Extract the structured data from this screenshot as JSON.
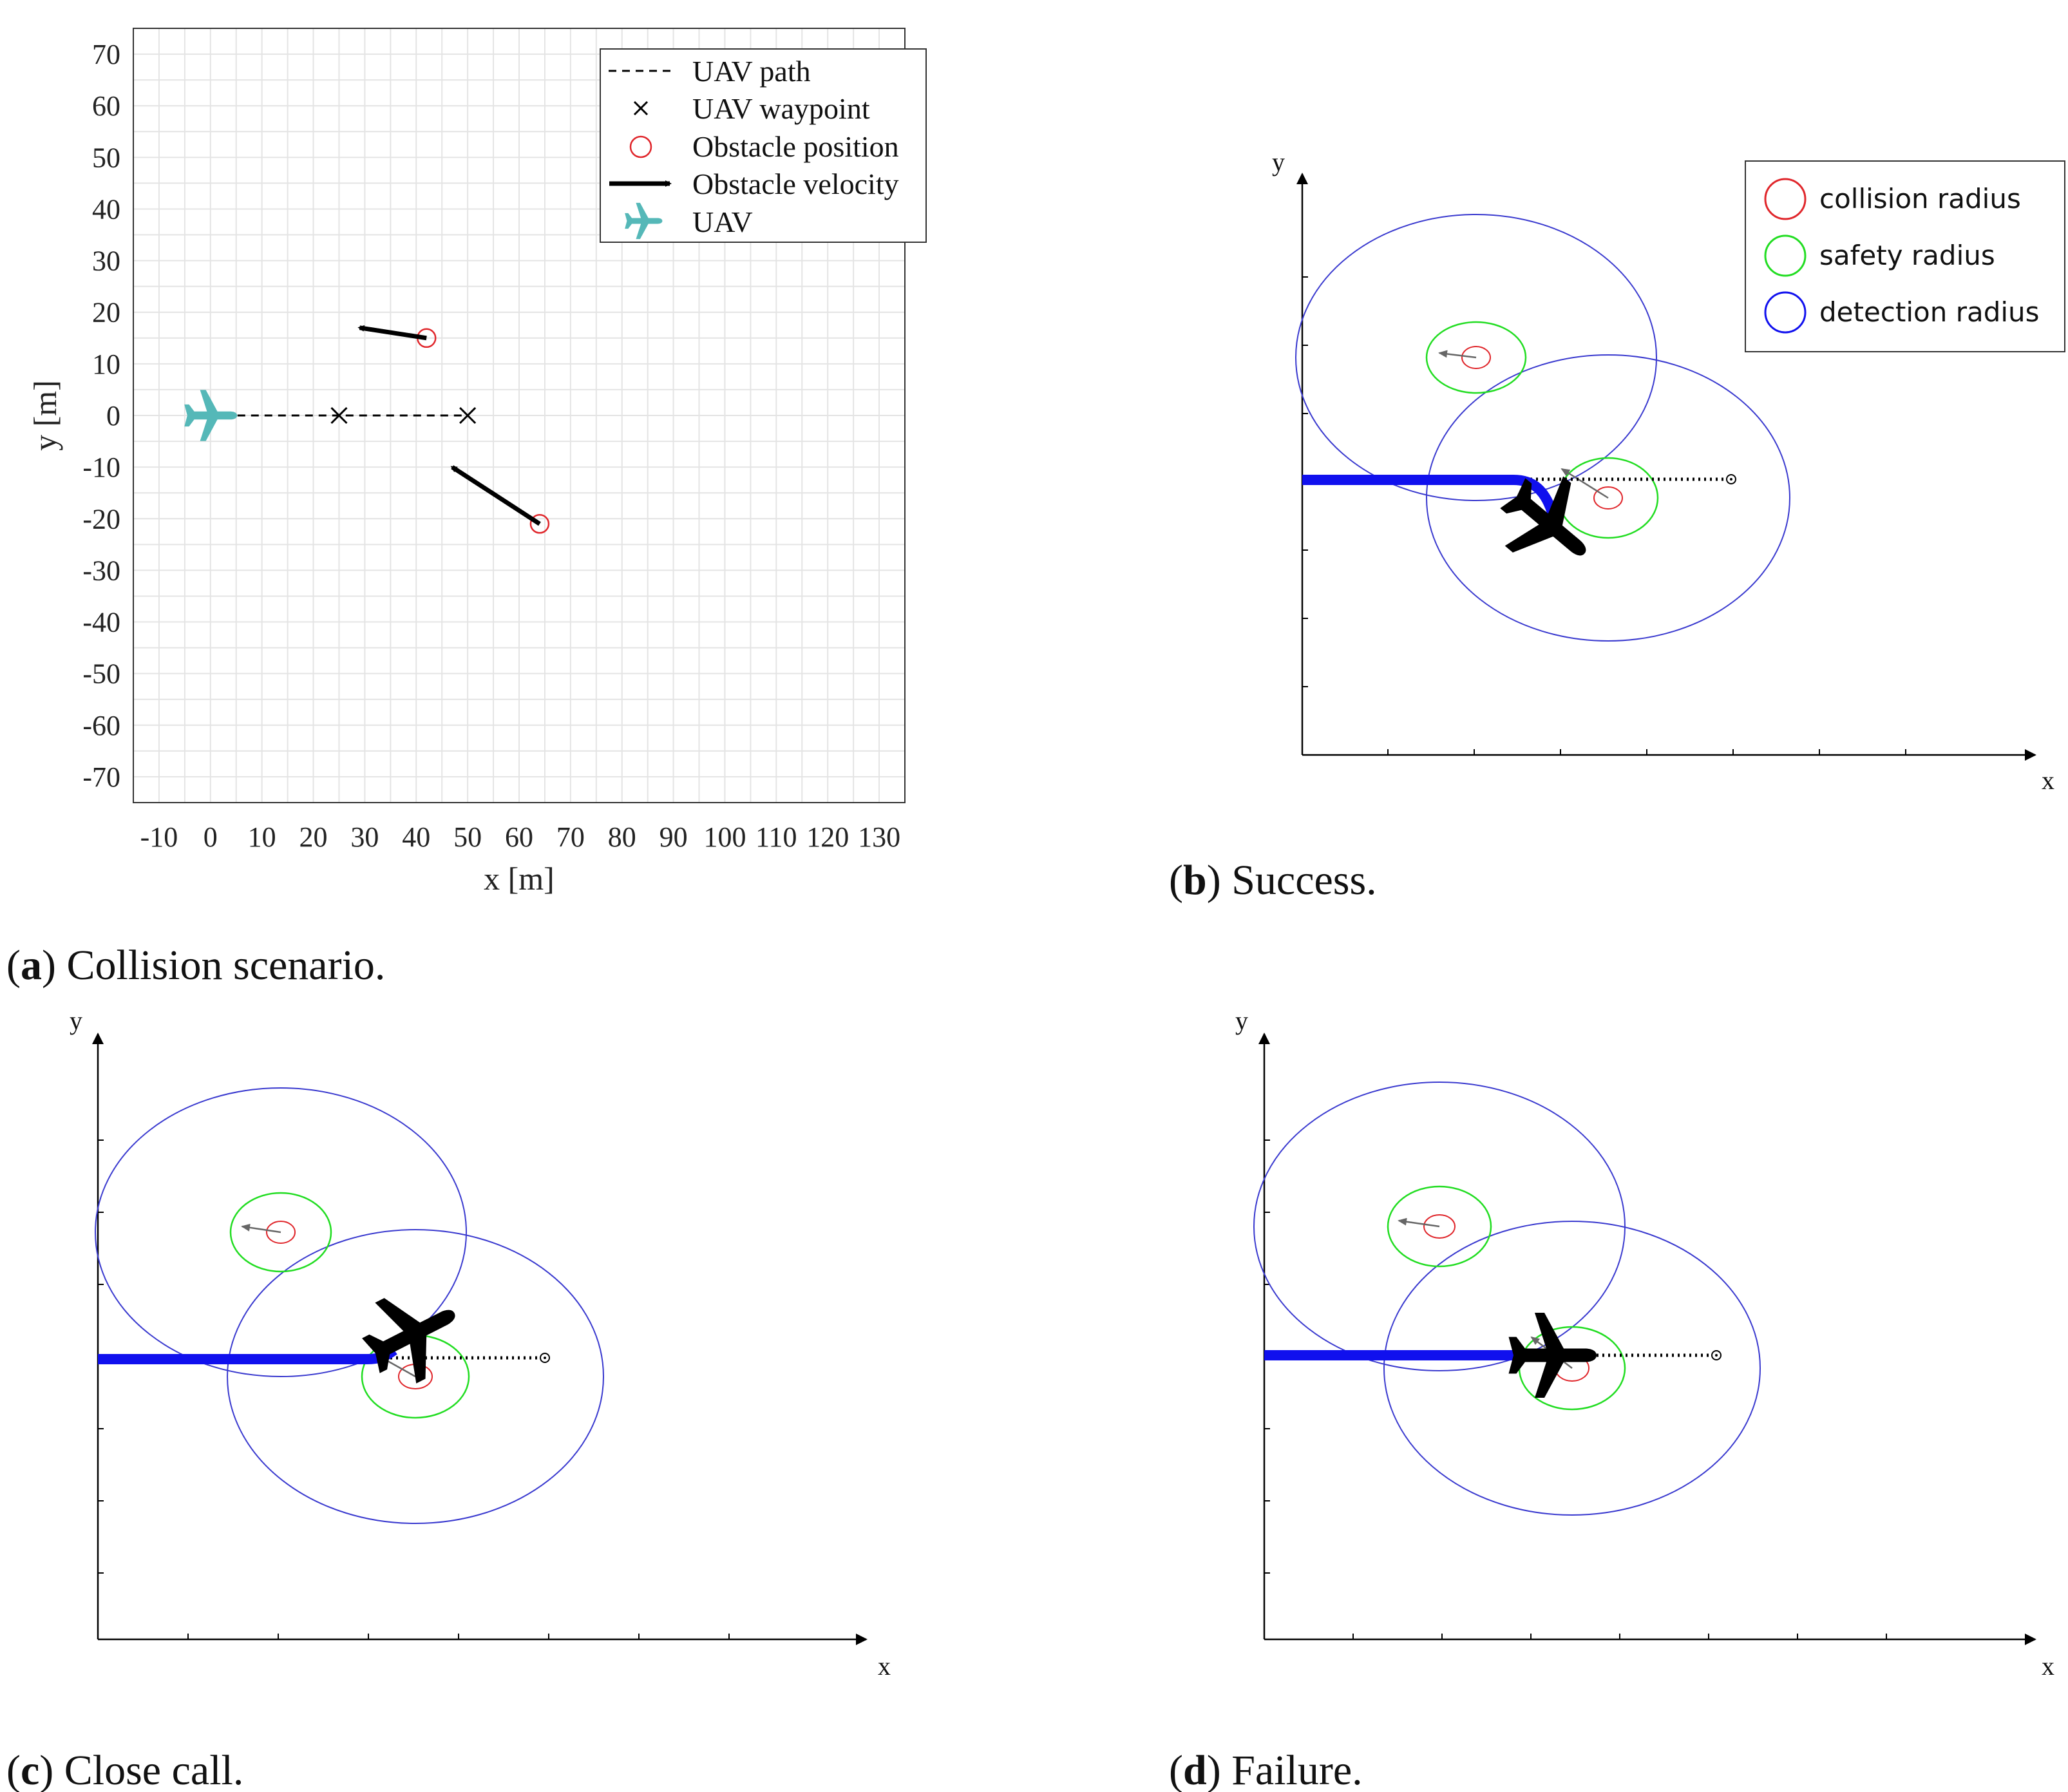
{
  "chart_data": [
    {
      "panel": "a",
      "type": "scatter",
      "caption_letter": "a",
      "caption_text": " Collision scenario.",
      "xlabel": "x [m]",
      "ylabel": "y [m]",
      "xlim": [
        -15,
        135
      ],
      "ylim": [
        -75,
        75
      ],
      "xticks": [
        "-10",
        "0",
        "10",
        "20",
        "30",
        "40",
        "50",
        "60",
        "70",
        "80",
        "90",
        "100",
        "110",
        "120",
        "130"
      ],
      "xtick_values": [
        -10,
        0,
        10,
        20,
        30,
        40,
        50,
        60,
        70,
        80,
        90,
        100,
        110,
        120,
        130
      ],
      "yticks": [
        "70",
        "60",
        "50",
        "40",
        "30",
        "20",
        "10",
        "0",
        "-10",
        "-20",
        "-30",
        "-40",
        "-50",
        "-60",
        "-70"
      ],
      "ytick_values": [
        70,
        60,
        50,
        40,
        30,
        20,
        10,
        0,
        -10,
        -20,
        -30,
        -40,
        -50,
        -60,
        -70
      ],
      "grid": true,
      "legend_position": "top-right",
      "legend": [
        "UAV path",
        "UAV waypoint",
        "Obstacle position",
        "Obstacle velocity",
        "UAV"
      ],
      "uav_path": {
        "x": [
          0,
          25,
          50
        ],
        "y": [
          0,
          0,
          0
        ]
      },
      "waypoints": {
        "x": [
          25,
          50
        ],
        "y": [
          0,
          0
        ]
      },
      "obstacles": [
        {
          "x": 42,
          "y": 15,
          "vx": -13,
          "vy": 2
        },
        {
          "x": 64,
          "y": -21,
          "vx": -17,
          "vy": 11
        }
      ],
      "uav": {
        "x": 0,
        "y": 0
      }
    },
    {
      "panel": "b",
      "type": "scatter",
      "caption_letter": "b",
      "caption_text": " Success.",
      "xlabel": "x",
      "ylabel": "y",
      "legend_position": "top-right",
      "legend": [
        "collision radius",
        "safety radius",
        "detection radius"
      ]
    },
    {
      "panel": "c",
      "type": "scatter",
      "caption_letter": "c",
      "caption_text": " Close call.",
      "xlabel": "x",
      "ylabel": "y"
    },
    {
      "panel": "d",
      "type": "scatter",
      "caption_letter": "d",
      "caption_text": " Failure.",
      "xlabel": "x",
      "ylabel": "y"
    }
  ],
  "colors": {
    "collision": "#e0262b",
    "safety": "#22dd22",
    "detection": "#3a3acf",
    "path": "#1010ee",
    "uav_a": "#55b8b8",
    "grid": "#e4e4e4"
  },
  "icons": [
    "airplane-icon",
    "waypoint-x-icon",
    "target-icon"
  ]
}
